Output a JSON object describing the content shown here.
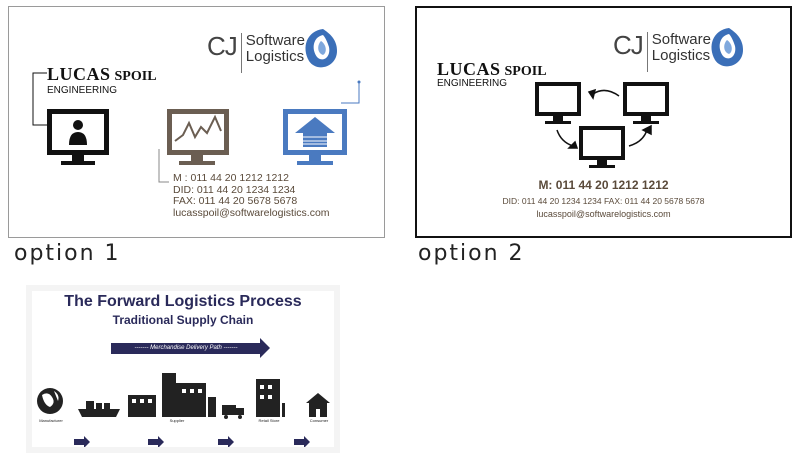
{
  "logo": {
    "initials": "CJ",
    "word1": "Software",
    "word2": "Logistics"
  },
  "person": {
    "first": "LUCAS",
    "last": "SPOIL",
    "department": "ENGINEERING"
  },
  "option1": {
    "label": "option 1",
    "contact": [
      "M   : 011 44 20 1212 1212",
      "DID: 011 44 20 1234 1234",
      "FAX: 011 44 20 5678 5678",
      "lucasspoil@softwarelogistics.com"
    ]
  },
  "option2": {
    "label": "option 2",
    "mobile": "M: 011 44 20 1212 1212",
    "did_fax": "DID: 011 44 20 1234 1234    FAX: 011 44 20 5678 5678",
    "email": "lucasspoil@softwarelogistics.com"
  },
  "process": {
    "title": "The Forward Logistics Process",
    "subtitle": "Traditional Supply Chain",
    "path_label": "------- Merchandise Delivery Path -------",
    "stages": [
      "Manufacturer",
      "Supplier",
      "Retail Store",
      "Consumer"
    ]
  },
  "colors": {
    "brown": "#6b5e52",
    "blue": "#4a7ac0",
    "navy": "#2a2a5a"
  }
}
